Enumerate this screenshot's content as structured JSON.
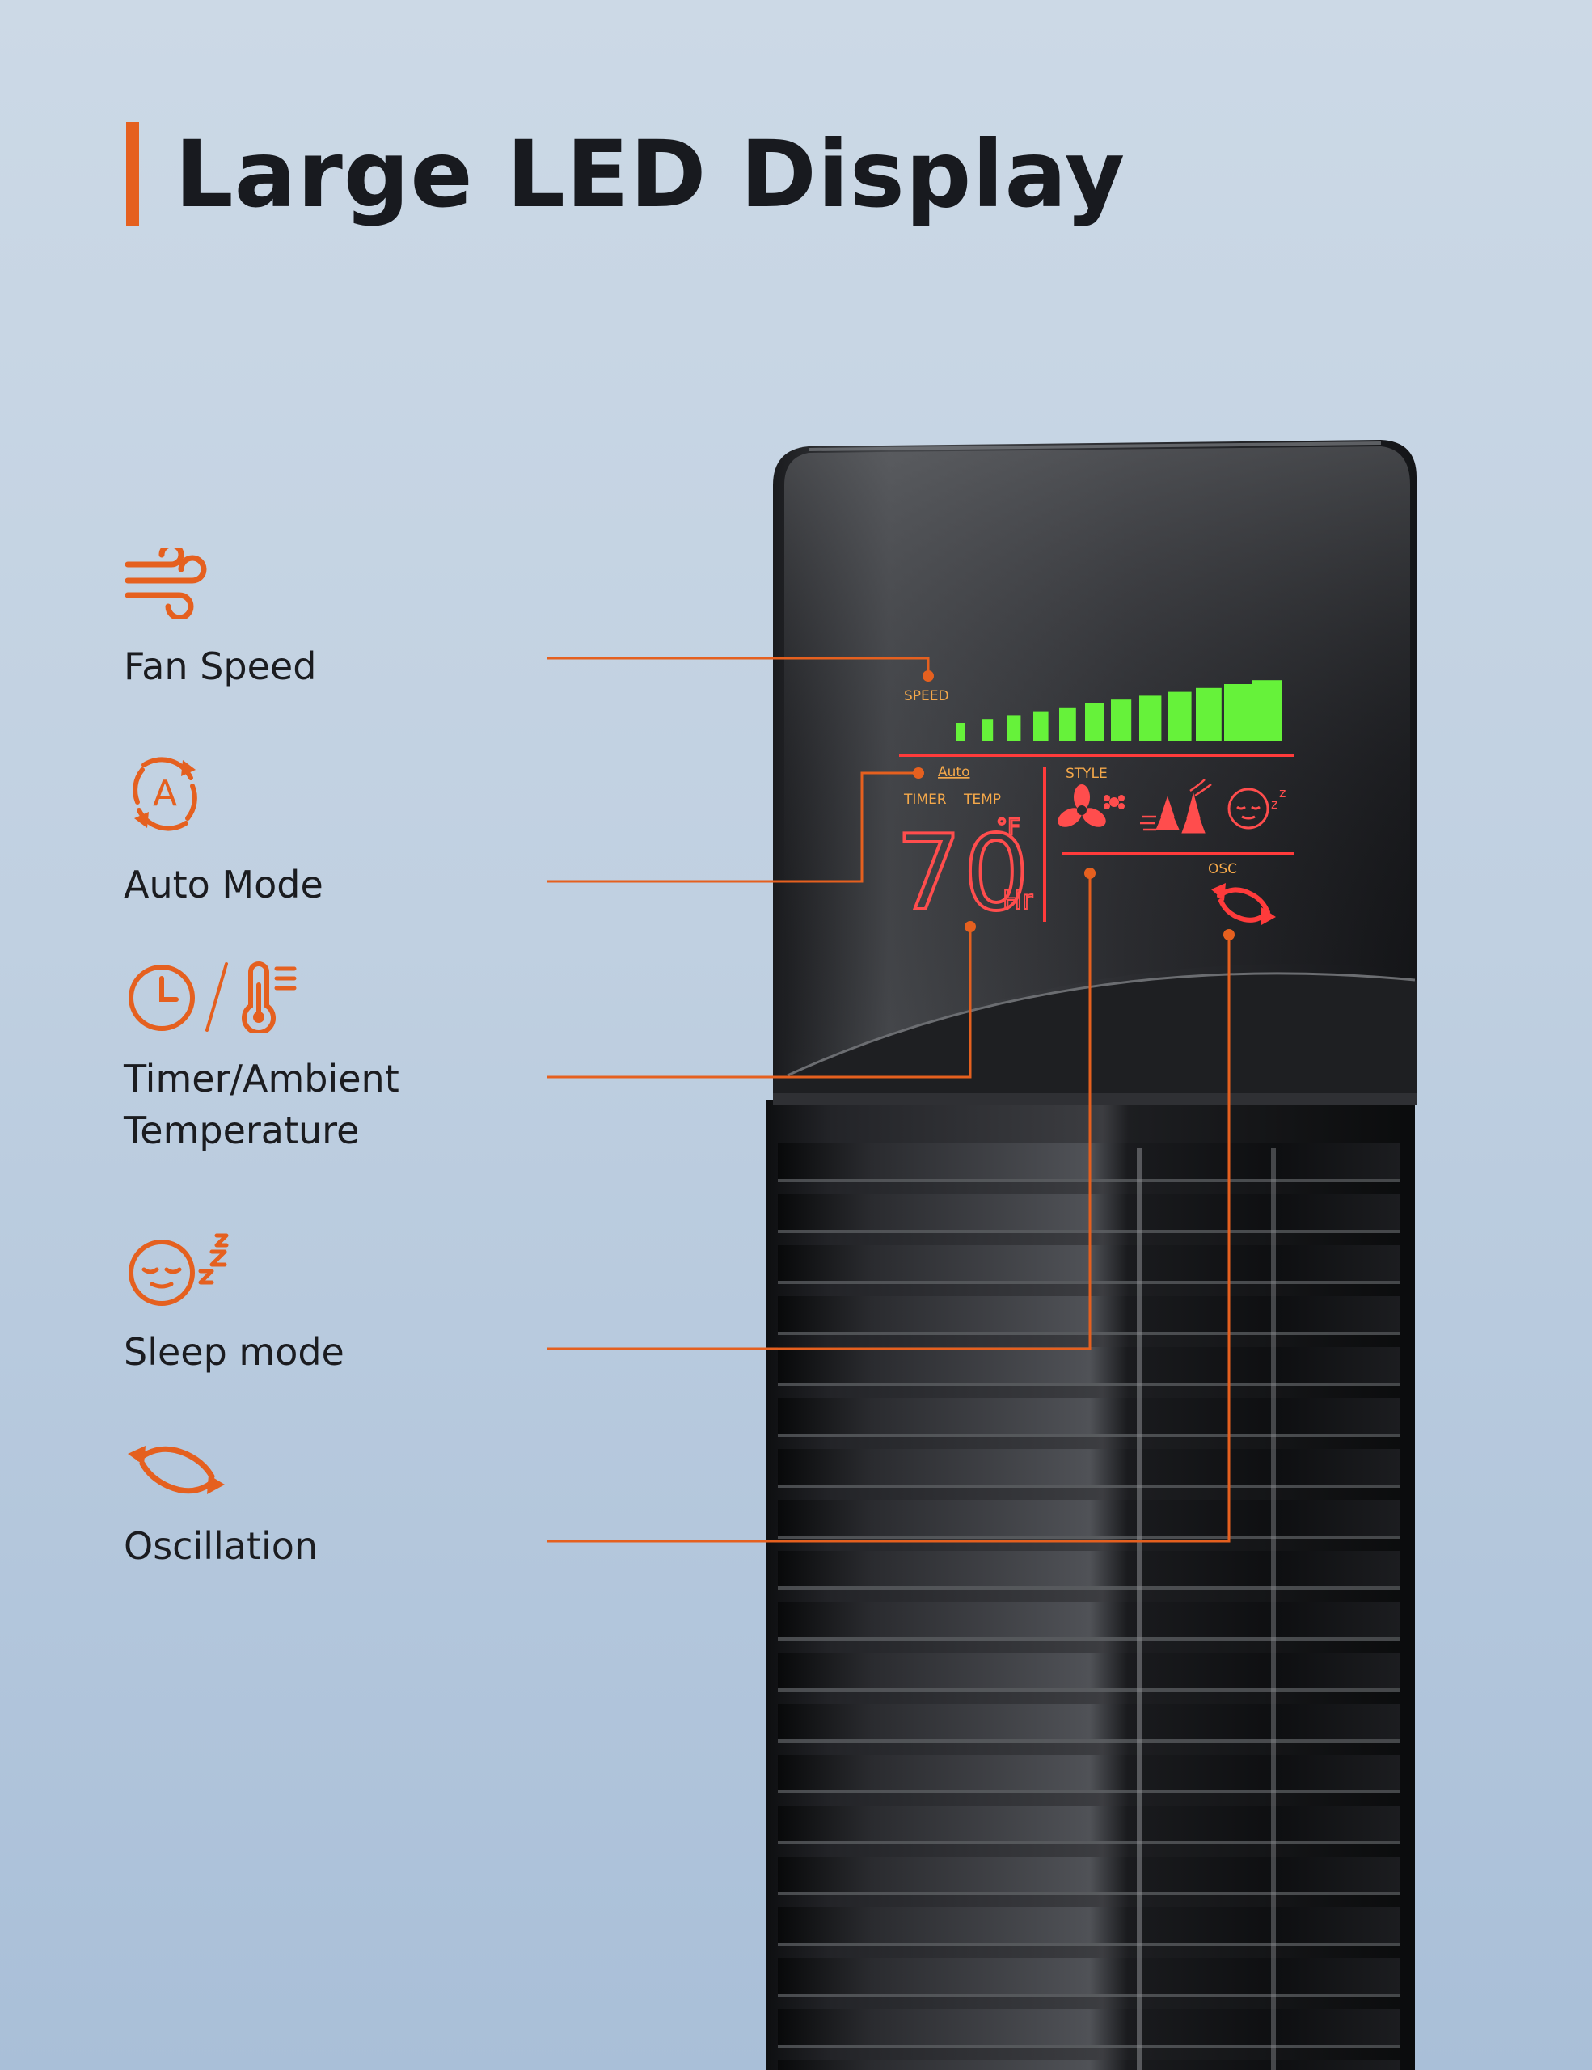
{
  "title": "Large LED Display",
  "features": [
    {
      "label": "Fan Speed",
      "icon": "wind-icon"
    },
    {
      "label": "Auto Mode",
      "icon": "auto-mode-icon"
    },
    {
      "label_line1": "Timer/Ambient",
      "label_line2": "Temperature",
      "icon": "clock-icon",
      "icon2": "thermometer-icon"
    },
    {
      "label": "Sleep mode",
      "icon": "sleep-face-icon"
    },
    {
      "label": "Oscillation",
      "icon": "oscillation-icon"
    }
  ],
  "display": {
    "speed_label": "SPEED",
    "speed_levels": 12,
    "auto_label": "Auto",
    "timer_label": "TIMER",
    "temp_label": "TEMP",
    "reading": "70",
    "unit_f": "°F",
    "unit_hr": "Hr",
    "style_label": "STYLE",
    "osc_label": "OSC"
  },
  "colors": {
    "accent": "#e5601f",
    "led_green": "#66f23a",
    "led_red": "#ff4d4d",
    "label_text": "#1b1c20"
  }
}
